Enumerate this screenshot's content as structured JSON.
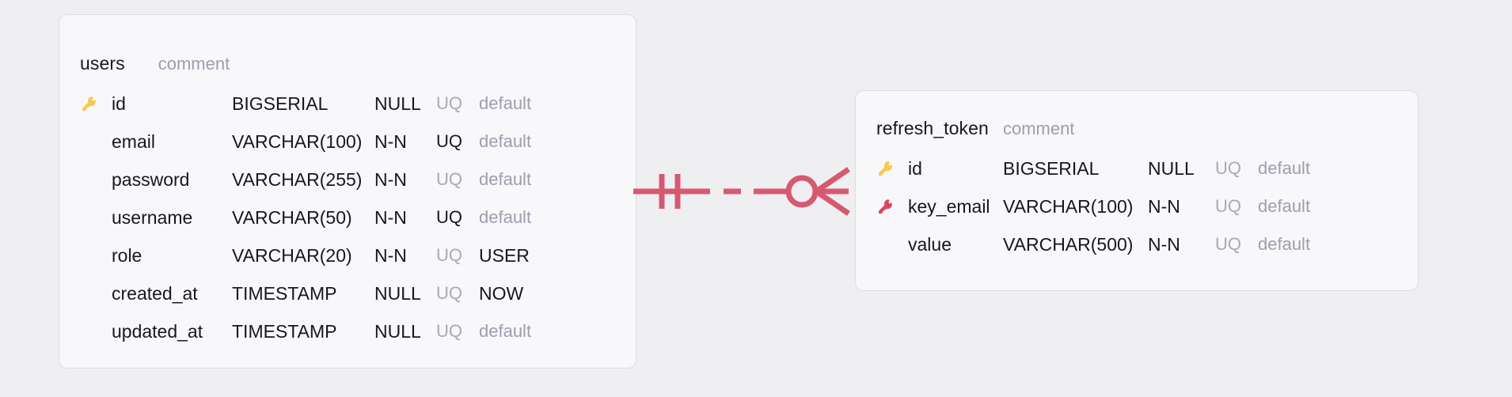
{
  "canvas": {
    "background": "#efeff1",
    "card_background": "#f8f8fa",
    "card_border": "#dcdce2",
    "text_color": "#16181d",
    "muted_color": "#9c9ead",
    "pk_key_color": "#f3c košík",
    "pk_color": "#f5ca4e",
    "fk_color": "#d9455f",
    "relation_color": "#d55a70"
  },
  "tables": [
    {
      "id": "users",
      "name": "users",
      "comment": "comment",
      "columns": [
        {
          "key": "pk",
          "name": "id",
          "type": "BIGSERIAL",
          "nullable": "NULL",
          "unique": "UQ",
          "unique_active": false,
          "default": "default",
          "default_active": false
        },
        {
          "key": "none",
          "name": "email",
          "type": "VARCHAR(100)",
          "nullable": "N-N",
          "unique": "UQ",
          "unique_active": true,
          "default": "default",
          "default_active": false
        },
        {
          "key": "none",
          "name": "password",
          "type": "VARCHAR(255)",
          "nullable": "N-N",
          "unique": "UQ",
          "unique_active": false,
          "default": "default",
          "default_active": false
        },
        {
          "key": "none",
          "name": "username",
          "type": "VARCHAR(50)",
          "nullable": "N-N",
          "unique": "UQ",
          "unique_active": true,
          "default": "default",
          "default_active": false
        },
        {
          "key": "none",
          "name": "role",
          "type": "VARCHAR(20)",
          "nullable": "N-N",
          "unique": "UQ",
          "unique_active": false,
          "default": "USER",
          "default_active": true
        },
        {
          "key": "none",
          "name": "created_at",
          "type": "TIMESTAMP",
          "nullable": "NULL",
          "unique": "UQ",
          "unique_active": false,
          "default": "NOW",
          "default_active": true
        },
        {
          "key": "none",
          "name": "updated_at",
          "type": "TIMESTAMP",
          "nullable": "NULL",
          "unique": "UQ",
          "unique_active": false,
          "default": "default",
          "default_active": false
        }
      ]
    },
    {
      "id": "refresh_token",
      "name": "refresh_token",
      "comment": "comment",
      "columns": [
        {
          "key": "pk",
          "name": "id",
          "type": "BIGSERIAL",
          "nullable": "NULL",
          "unique": "UQ",
          "unique_active": false,
          "default": "default",
          "default_active": false
        },
        {
          "key": "fk",
          "name": "key_email",
          "type": "VARCHAR(100)",
          "nullable": "N-N",
          "unique": "UQ",
          "unique_active": false,
          "default": "default",
          "default_active": false
        },
        {
          "key": "none",
          "name": "value",
          "type": "VARCHAR(500)",
          "nullable": "N-N",
          "unique": "UQ",
          "unique_active": false,
          "default": "default",
          "default_active": false
        }
      ]
    }
  ],
  "relation": {
    "from_table": "users",
    "to_table": "refresh_token",
    "from_cardinality": "one-and-only-one",
    "to_cardinality": "zero-or-many",
    "color": "#d55a70",
    "line_style": "dashed-segment"
  }
}
